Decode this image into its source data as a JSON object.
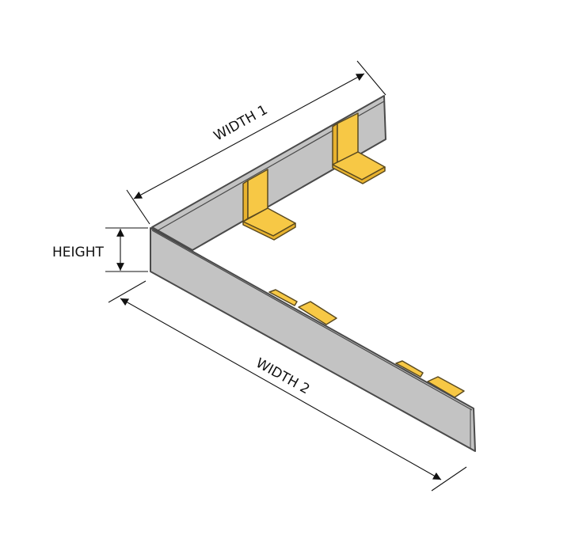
{
  "labels": {
    "width1": "WIDTH 1",
    "width2": "WIDTH 2",
    "height": "HEIGHT"
  },
  "colors": {
    "wall": "#c3c3c3",
    "bracket": "#f7c845",
    "outline": "#4a4a4a"
  }
}
